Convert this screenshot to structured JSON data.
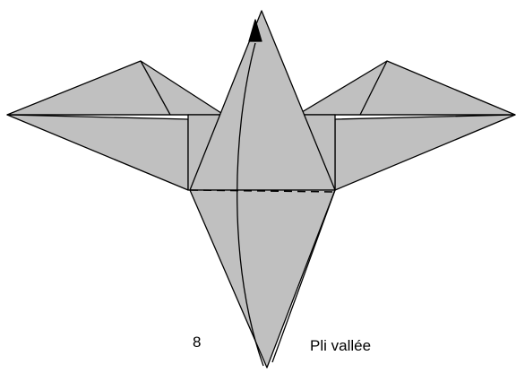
{
  "diagram": {
    "step_number": "8",
    "instruction": "Pli vallée",
    "paper_color": "#c0c0c0",
    "line_color": "#000000",
    "fold_type": "valley-fold-dashed-line",
    "arrow": "arrow-head"
  }
}
